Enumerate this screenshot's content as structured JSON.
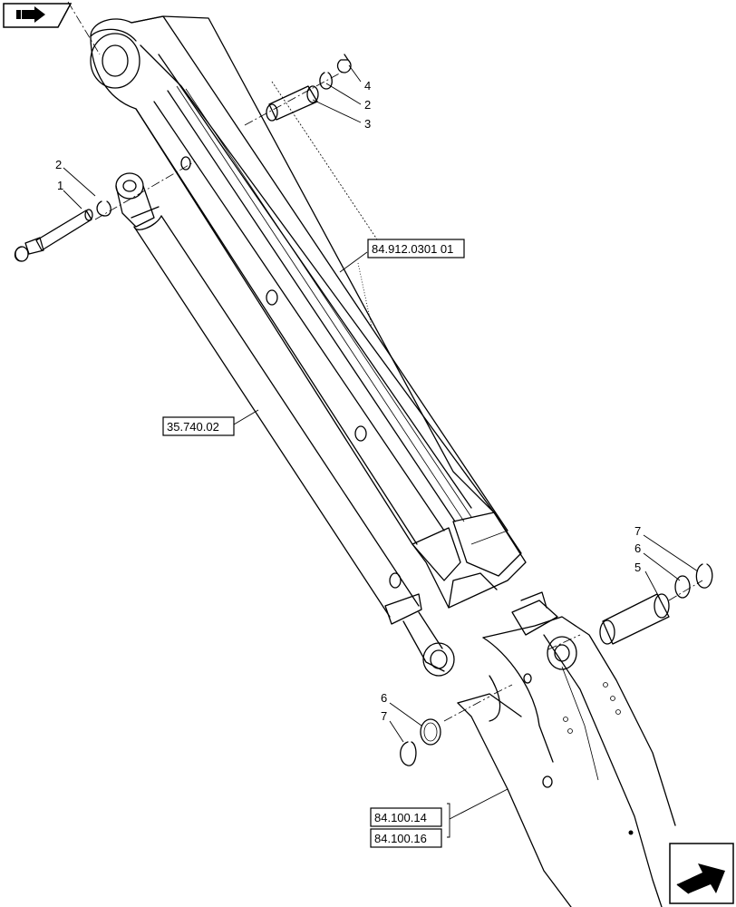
{
  "icons": {
    "top_left": "back-arrow-icon",
    "bottom_right": "next-page-arrow-icon"
  },
  "callouts": {
    "c1": "1",
    "c2a": "2",
    "c2b": "2",
    "c3": "3",
    "c4": "4",
    "c5": "5",
    "c6a": "6",
    "c6b": "6",
    "c7a": "7",
    "c7b": "7"
  },
  "references": {
    "boom": "84.912.0301 01",
    "cylinder": "35.740.02",
    "arm_1": "84.100.14",
    "arm_2": "84.100.16"
  }
}
